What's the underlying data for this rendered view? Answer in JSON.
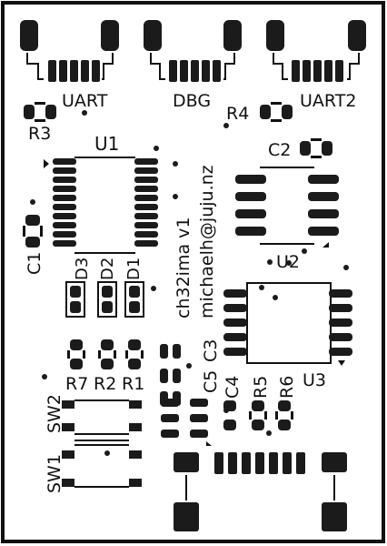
{
  "pcb": {
    "colors": {
      "board": "#ffffff",
      "ink": "#111111",
      "pad": "#1b1b1b"
    },
    "connectors": {
      "uart": "UART",
      "dbg": "DBG",
      "uart2": "UART2"
    },
    "ics": {
      "u1": "U1",
      "u2": "U2",
      "u3": "U3"
    },
    "capacitors": {
      "c1": "C1",
      "c2": "C2",
      "c3": "C3",
      "c4": "C4",
      "c5": "C5"
    },
    "resistors": {
      "r1": "R1",
      "r2": "R2",
      "r3": "R3",
      "r4": "R4",
      "r5": "R5",
      "r6": "R6",
      "r7": "R7"
    },
    "leds": {
      "d1": "D1",
      "d2": "D2",
      "d3": "D3"
    },
    "switches": {
      "sw1": "SW1",
      "sw2": "SW2"
    },
    "board_title": "ch32ima v1",
    "author_email": "michaelh@juju.nz"
  }
}
